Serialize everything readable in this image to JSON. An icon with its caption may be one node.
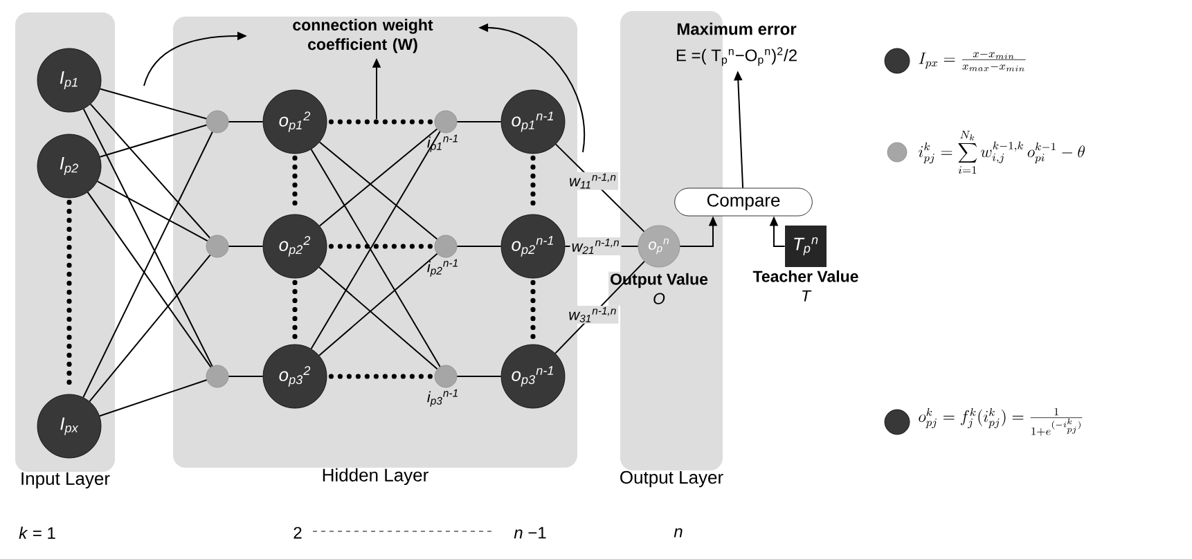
{
  "diagram": {
    "nodes": [
      {
        "text": [
          "Input Layer"
        ]
      },
      {
        "text": [
          "Hidden Layer"
        ]
      },
      {
        "text": [
          "Output Layer"
        ]
      },
      {
        "text": [
          "I$_{p1}$"
        ],
        "in": 0
      },
      {
        "text": [
          "I$_{p2}$"
        ],
        "in": 0
      },
      {
        "text": [
          "I$_{px}$"
        ],
        "in": 0
      },
      {
        "text": [],
        "shape": "circle",
        "in": 1
      },
      {
        "text": [],
        "shape": "circle",
        "in": 1
      },
      {
        "text": [],
        "shape": "circle",
        "in": 1
      },
      {
        "text": [
          "o$_{p1}$$^{2}$"
        ],
        "in": 1
      },
      {
        "text": [
          "o$_{p2}$$^{2}$"
        ],
        "in": 1
      },
      {
        "text": [
          "o$_{p3}$$^{2}$"
        ],
        "in": 1
      },
      {
        "text": [],
        "shape": "circle",
        "in": 1,
        "beside": [
          "i$_{p1}$$^{n-1}$"
        ]
      },
      {
        "text": [],
        "shape": "circle",
        "in": 1,
        "beside": [
          "i$_{p2}$$^{n-1}$"
        ]
      },
      {
        "text": [],
        "shape": "circle",
        "in": 1,
        "beside": [
          "i$_{p3}$$^{n-1}$"
        ]
      },
      {
        "text": [
          "o$_{p1}$$^{n-1}$"
        ],
        "in": 1
      },
      {
        "text": [
          "o$_{p2}$$^{n-1}$"
        ],
        "in": 1
      },
      {
        "text": [
          "o$_{p3}$$^{n-1}$"
        ],
        "in": 1
      },
      {
        "text": [
          "o$_{p}$$^{n}$",
          "Output Value",
          "O"
        ],
        "in": 2
      },
      {
        "text": [
          "Compare"
        ]
      },
      {
        "text": [
          "T$_{p}$$^{n}$"
        ],
        "beside": [
          "Teacher Value",
          "T"
        ]
      },
      {
        "text": [
          "Maximum error",
          "E =( T$_{p}$$^{n}$−O$_{p}$$^{n}$)$^{2}$/2"
        ]
      },
      {
        "text": [
          "connection weight coefficient (W)"
        ],
        "in": 1
      }
    ],
    "edges": [
      {
        "from": 3,
        "to": 6,
        "arrow": "none"
      },
      {
        "from": 3,
        "to": 7,
        "arrow": "none"
      },
      {
        "from": 3,
        "to": 8,
        "arrow": "none"
      },
      {
        "from": 4,
        "to": 6,
        "arrow": "none"
      },
      {
        "from": 4,
        "to": 7,
        "arrow": "none"
      },
      {
        "from": 4,
        "to": 8,
        "arrow": "none"
      },
      {
        "from": 5,
        "to": 6,
        "arrow": "none"
      },
      {
        "from": 5,
        "to": 7,
        "arrow": "none"
      },
      {
        "from": 5,
        "to": 8,
        "arrow": "none"
      },
      {
        "from": 4,
        "to": 5,
        "arrow": "none",
        "style": "dashed"
      },
      {
        "from": 6,
        "to": 9,
        "arrow": "none"
      },
      {
        "from": 7,
        "to": 10,
        "arrow": "none"
      },
      {
        "from": 8,
        "to": 11,
        "arrow": "none"
      },
      {
        "from": 9,
        "to": 10,
        "arrow": "none",
        "style": "dashed"
      },
      {
        "from": 10,
        "to": 11,
        "arrow": "none",
        "style": "dashed"
      },
      {
        "from": 9,
        "to": 12,
        "arrow": "none",
        "style": "dashed"
      },
      {
        "from": 9,
        "to": 13,
        "arrow": "none"
      },
      {
        "from": 9,
        "to": 14,
        "arrow": "none"
      },
      {
        "from": 10,
        "to": 12,
        "arrow": "none"
      },
      {
        "from": 10,
        "to": 13,
        "arrow": "none",
        "style": "dashed"
      },
      {
        "from": 10,
        "to": 14,
        "arrow": "none"
      },
      {
        "from": 11,
        "to": 12,
        "arrow": "none"
      },
      {
        "from": 11,
        "to": 13,
        "arrow": "none"
      },
      {
        "from": 11,
        "to": 14,
        "arrow": "none",
        "style": "dashed"
      },
      {
        "from": 12,
        "to": 15,
        "arrow": "none"
      },
      {
        "from": 13,
        "to": 16,
        "arrow": "none"
      },
      {
        "from": 14,
        "to": 17,
        "arrow": "none"
      },
      {
        "from": 15,
        "to": 16,
        "arrow": "none",
        "style": "dashed"
      },
      {
        "from": 16,
        "to": 17,
        "arrow": "none",
        "style": "dashed"
      },
      {
        "from": 15,
        "to": 18,
        "arrow": "none",
        "label": "w$_{11}$$^{n-1,n}$"
      },
      {
        "from": 16,
        "to": 18,
        "arrow": "none",
        "label": "w$_{21}$$^{n-1,n}$"
      },
      {
        "from": 17,
        "to": 18,
        "arrow": "none",
        "label": "w$_{31}$$^{n-1,n}$"
      },
      {
        "from": 18,
        "to": 19,
        "arrow": "to"
      },
      {
        "from": 20,
        "to": 19,
        "arrow": "to"
      },
      {
        "from": 19,
        "to": 21,
        "arrow": "to"
      },
      {
        "from": null,
        "to": 22,
        "arrow": "to"
      },
      {
        "from": null,
        "to": 22,
        "arrow": "to"
      },
      {
        "from": null,
        "to": 22,
        "arrow": "to"
      }
    ],
    "labels": [
      "*k* = 1",
      "2",
      "*n* −1",
      "n",
      "I_{px} = \\frac{x - x_{min}}{x_{max} - x_{min}}",
      "i_{pj}^{k} = \\sum_{i=1}^{N_k} w_{i,j}^{k-1,k}\\, o_{pi}^{k-1} - \\theta",
      "o_{pj}^{k} = f_{j}^{k}(i_{pj}^{k}) = \\frac{1}{1+e^{(-i_{pj}^{k})}}"
    ]
  }
}
